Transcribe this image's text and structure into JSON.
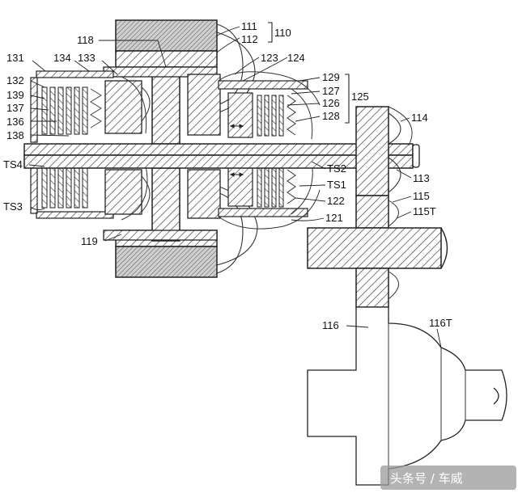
{
  "figure": {
    "labels": {
      "l111": "111",
      "l112": "112",
      "l110": "110",
      "l118": "118",
      "l123": "123",
      "l124": "124",
      "l131": "131",
      "l134": "134",
      "l133": "133",
      "l132": "132",
      "l139": "139",
      "l137": "137",
      "l136": "136",
      "l138": "138",
      "l129": "129",
      "l127": "127",
      "l126": "126",
      "l128": "128",
      "l125": "125",
      "l114": "114",
      "lTS4": "TS4",
      "lTS2": "TS2",
      "lTS1": "TS1",
      "l113": "113",
      "l122": "122",
      "l115": "115",
      "l115T": "115T",
      "lTS3": "TS3",
      "l121": "121",
      "l119": "119",
      "l116": "116",
      "l116T": "116T"
    },
    "watermark": "头条号 / 车威"
  }
}
